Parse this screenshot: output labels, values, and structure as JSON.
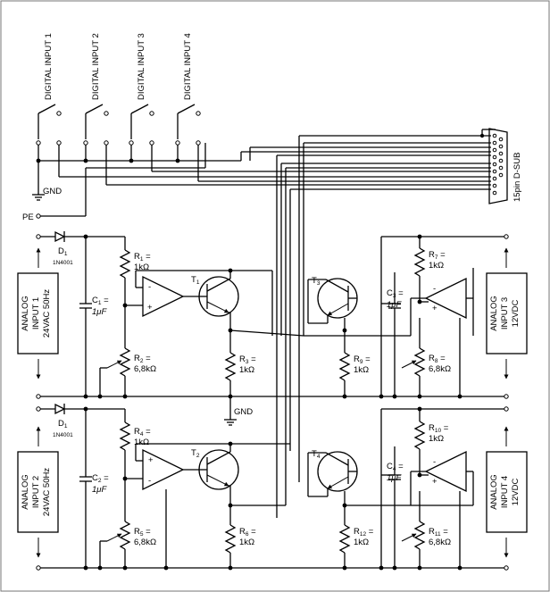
{
  "digital_inputs": [
    "DIGITAL INPUT 1",
    "DIGITAL INPUT 2",
    "DIGITAL INPUT 3",
    "DIGITAL INPUT 4"
  ],
  "connector": "15pin D-SUB",
  "gnd": "GND",
  "pe": "PE",
  "diode": {
    "ref": "D",
    "sub": "1",
    "part": "1N4001"
  },
  "analog_inputs": [
    {
      "line1": "ANALOG",
      "line2": "INPUT 1",
      "line3": "24VAC 50Hz"
    },
    {
      "line1": "ANALOG",
      "line2": "INPUT 2",
      "line3": "24VAC 50Hz"
    },
    {
      "line1": "ANALOG",
      "line2": "INPUT 3",
      "line3": "12VDC"
    },
    {
      "line1": "ANALOG",
      "line2": "INPUT 4",
      "line3": "12VDC"
    }
  ],
  "resistors": {
    "r1": {
      "sub": "1",
      "value": "1kΩ"
    },
    "r2": {
      "sub": "2",
      "value": "6,8kΩ"
    },
    "r3": {
      "sub": "3",
      "value": "1kΩ"
    },
    "r4": {
      "sub": "4",
      "value": "1kΩ"
    },
    "r5": {
      "sub": "5",
      "value": "6,8kΩ"
    },
    "r6": {
      "sub": "6",
      "value": "1kΩ"
    },
    "r7": {
      "sub": "7",
      "value": "1kΩ"
    },
    "r8": {
      "sub": "8",
      "value": "6,8kΩ"
    },
    "r9": {
      "sub": "9",
      "value": "1kΩ"
    },
    "r10": {
      "sub": "10",
      "value": "1kΩ"
    },
    "r11": {
      "sub": "11",
      "value": "6,8kΩ"
    },
    "r12": {
      "sub": "12",
      "value": "1kΩ"
    }
  },
  "capacitors": {
    "c1": {
      "sub": "1",
      "value": "1μF"
    },
    "c2": {
      "sub": "2",
      "value": "1μF"
    },
    "c3": {
      "sub": "3",
      "value": "1μF"
    },
    "c4": {
      "sub": "4",
      "value": "1μF"
    }
  },
  "transistors": {
    "t1": "1",
    "t2": "2",
    "t3": "3",
    "t4": "4"
  },
  "opamp": {
    "minus": "-",
    "plus": "+"
  },
  "sym": {
    "R": "R",
    "C": "C",
    "T": "T",
    "eq": " ="
  }
}
